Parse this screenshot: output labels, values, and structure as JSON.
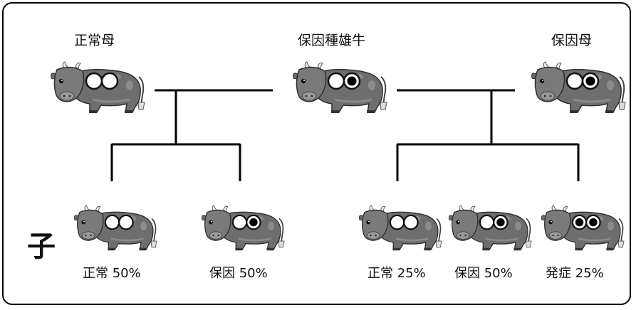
{
  "parents": {
    "normal_mother": {
      "label": "正常母",
      "genes": [
        "normal",
        "normal"
      ]
    },
    "carrier_bull": {
      "label": "保因種雄牛",
      "genes": [
        "normal",
        "carrier"
      ]
    },
    "carrier_mother": {
      "label": "保因母",
      "genes": [
        "normal",
        "carrier"
      ]
    }
  },
  "offspring_label": "子",
  "offspring": [
    {
      "label": "正常 50%",
      "genes": [
        "normal",
        "normal"
      ]
    },
    {
      "label": "保因 50%",
      "genes": [
        "normal",
        "carrier"
      ]
    },
    {
      "label": "正常 25%",
      "genes": [
        "normal",
        "normal"
      ]
    },
    {
      "label": "保因 50%",
      "genes": [
        "normal",
        "carrier"
      ]
    },
    {
      "label": "発症 25%",
      "genes": [
        "carrier",
        "carrier"
      ]
    }
  ],
  "colors": {
    "cow_body": "#6e6e6e",
    "line": "#000000",
    "gene_normal": "#ffffff",
    "gene_carrier": "#000000"
  }
}
